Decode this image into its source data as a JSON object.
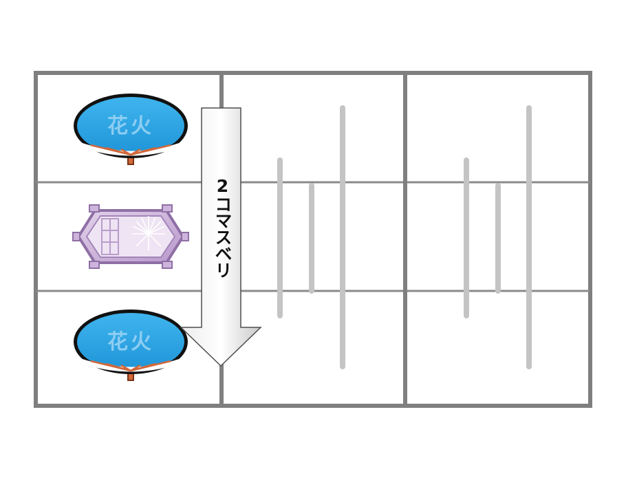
{
  "arrow": {
    "label": "2コマスベリ"
  },
  "reel_left": {
    "symbols": [
      {
        "name": "uchiwa-fan",
        "text": "花火"
      },
      {
        "name": "fireworks-window",
        "text": ""
      },
      {
        "name": "uchiwa-fan",
        "text": "花火"
      }
    ]
  },
  "colors": {
    "frame": "#7f7f7f",
    "grid": "#8a8a8a",
    "marker_bar": "#c4c4c4",
    "fan_blue": "#2aa3e3",
    "fan_text": "#8ccdf2",
    "fan_handle": "#d2683a",
    "window_lavender": "#cdb4dc",
    "arrow_fill": "#d9d9d9"
  }
}
